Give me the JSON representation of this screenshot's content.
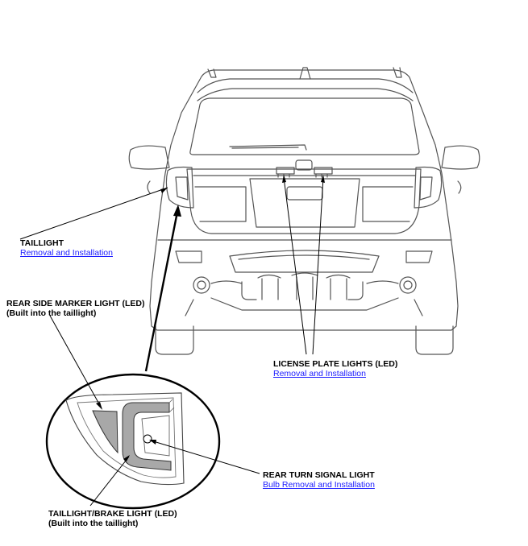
{
  "callouts": {
    "taillight": {
      "title": "TAILLIGHT",
      "link": "Removal and Installation"
    },
    "side_marker": {
      "title": "REAR SIDE MARKER LIGHT (LED)",
      "sub": "(Built into the taillight)"
    },
    "license_plate": {
      "title": "LICENSE PLATE LIGHTS (LED)",
      "link": "Removal and Installation"
    },
    "turn_signal": {
      "title": "REAR TURN SIGNAL LIGHT",
      "link": "Bulb Removal and Installation"
    },
    "brake_light": {
      "title": "TAILLIGHT/BRAKE LIGHT (LED)",
      "sub": "(Built into the taillight)"
    }
  },
  "colors": {
    "link": "#1a1aff",
    "line": "#555555",
    "callout_line": "#000000",
    "light_fill": "#a8a8a8"
  }
}
